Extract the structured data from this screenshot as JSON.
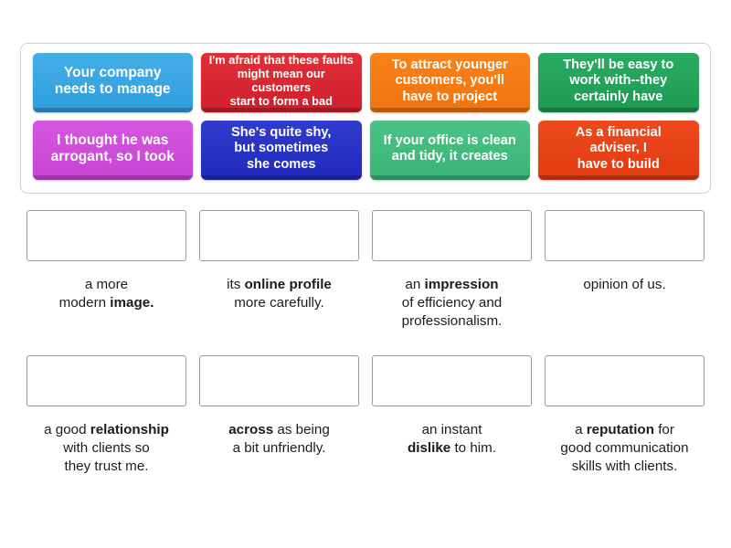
{
  "tiles": [
    {
      "id": "tile-1",
      "color": "c-blue",
      "size": "fs-15",
      "html": "Your company<br>needs to <b>manage</b>",
      "text": "Your company needs to manage"
    },
    {
      "id": "tile-2",
      "color": "c-red",
      "size": "fs-13",
      "html": "I'm afraid that these faults<br>might mean our customers<br>start to <b>form</b> a bad",
      "text": "I'm afraid that these faults might mean our customers start to form a bad"
    },
    {
      "id": "tile-3",
      "color": "c-orange",
      "size": "fs-145",
      "html": "To attract younger<br>customers, you'll<br>have to <b>project</b>",
      "text": "To attract younger customers, you'll have to project"
    },
    {
      "id": "tile-4",
      "color": "c-green",
      "size": "fs-145",
      "html": "They'll be easy to<br>work with--they<br>certainly <b>have</b>",
      "text": "They'll be easy to work with--they certainly have"
    },
    {
      "id": "tile-5",
      "color": "c-magenta",
      "size": "fs-15",
      "html": "I thought he was<br>arrogant, so I <b>took</b>",
      "text": "I thought he was arrogant, so I took"
    },
    {
      "id": "tile-6",
      "color": "c-navy",
      "size": "fs-145",
      "html": "She's quite shy,<br>but sometimes<br>she <b>comes</b>",
      "text": "She's quite shy, but sometimes she comes"
    },
    {
      "id": "tile-7",
      "color": "c-green2",
      "size": "fs-145",
      "html": "If your office is clean<br>and tidy, it <b>creates</b>",
      "text": "If your office is clean and tidy, it creates"
    },
    {
      "id": "tile-8",
      "color": "c-orange2",
      "size": "fs-145",
      "html": "As a financial<br>adviser, I<br>have to <b>build</b>",
      "text": "As a financial adviser, I have to build"
    }
  ],
  "answers": [
    {
      "id": "answer-1",
      "html": "a more<br>modern <b>image.</b>",
      "text": "a more modern image."
    },
    {
      "id": "answer-2",
      "html": "its <b>online profile</b><br>more carefully.",
      "text": "its online profile more carefully."
    },
    {
      "id": "answer-3",
      "html": "an <b>impression</b><br>of efficiency and<br>professionalism.",
      "text": "an impression of efficiency and professionalism."
    },
    {
      "id": "answer-4",
      "html": "opinion of us.",
      "text": "opinion of us."
    },
    {
      "id": "answer-5",
      "html": "a good <b>relationship</b><br>with clients so<br>they trust me.",
      "text": "a good relationship with clients so they trust me."
    },
    {
      "id": "answer-6",
      "html": "<b>across</b> as being<br>a bit unfriendly.",
      "text": "across as being a bit unfriendly."
    },
    {
      "id": "answer-7",
      "html": "an instant<br><b>dislike</b> to him.",
      "text": "an instant dislike to him."
    },
    {
      "id": "answer-8",
      "html": "a <b>reputation</b> for<br>good communication<br>skills with clients.",
      "text": "a reputation for good communication skills with clients."
    }
  ],
  "drop_zones": [
    {
      "id": "drop-zone-1",
      "value": ""
    },
    {
      "id": "drop-zone-2",
      "value": ""
    },
    {
      "id": "drop-zone-3",
      "value": ""
    },
    {
      "id": "drop-zone-4",
      "value": ""
    },
    {
      "id": "drop-zone-5",
      "value": ""
    },
    {
      "id": "drop-zone-6",
      "value": ""
    },
    {
      "id": "drop-zone-7",
      "value": ""
    },
    {
      "id": "drop-zone-8",
      "value": ""
    }
  ],
  "colors": {
    "tile_blue": "#2f9ddd",
    "tile_red": "#cf1f2c",
    "tile_orange": "#ef7410",
    "tile_green": "#1d9a53",
    "tile_magenta": "#c844d4",
    "tile_navy": "#2129bc",
    "tile_green_light": "#39b474",
    "tile_orange_red": "#e23a12",
    "drop_zone_border": "#9c9c9c",
    "bank_border": "#cfcfcf",
    "page_background": "#ffffff",
    "text_dark": "#1c1c1c",
    "tile_text": "#ffffff"
  }
}
